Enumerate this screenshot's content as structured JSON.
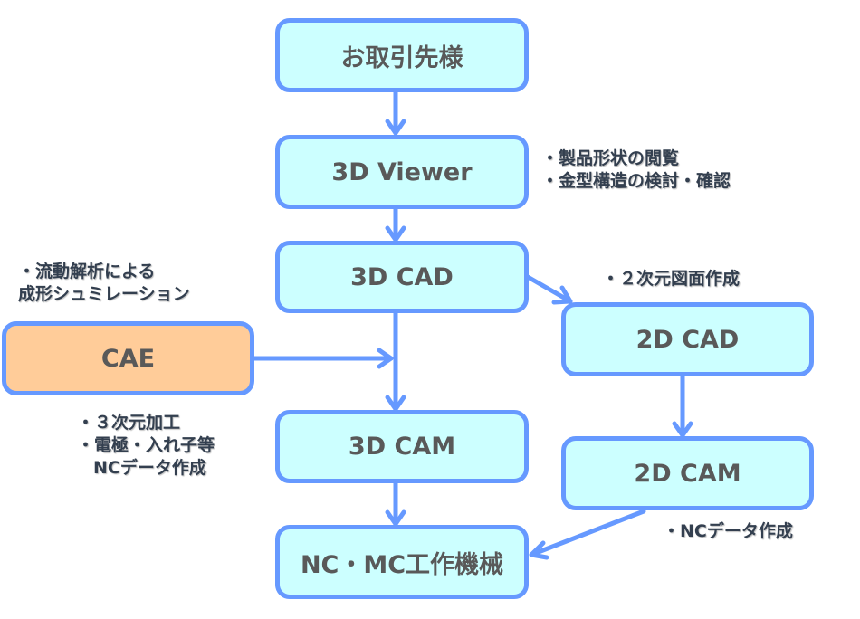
{
  "diagram": {
    "boxes": {
      "client": "お取引先様",
      "viewer3d": "3D Viewer",
      "cad3d": "3D CAD",
      "cae": "CAE",
      "cam3d": "3D CAM",
      "cad2d": "2D CAD",
      "cam2d": "2D CAM",
      "machine": "NC・MC工作機械"
    },
    "colors": {
      "box_fill": "#ccffff",
      "cae_fill": "#ffcc99",
      "border": "#6699ff",
      "text": "#595959"
    },
    "notes": {
      "viewer3d": [
        "・製品形状の閲覧",
        "・金型構造の検討・確認"
      ],
      "cae": [
        "・流動解析による",
        "成形シュミレーション"
      ],
      "cam3d": [
        "・３次元加工",
        "・電極・入れ子等",
        "NCデータ作成"
      ],
      "cad2d": [
        "・２次元図面作成"
      ],
      "cam2d": [
        "・NCデータ作成"
      ]
    }
  }
}
